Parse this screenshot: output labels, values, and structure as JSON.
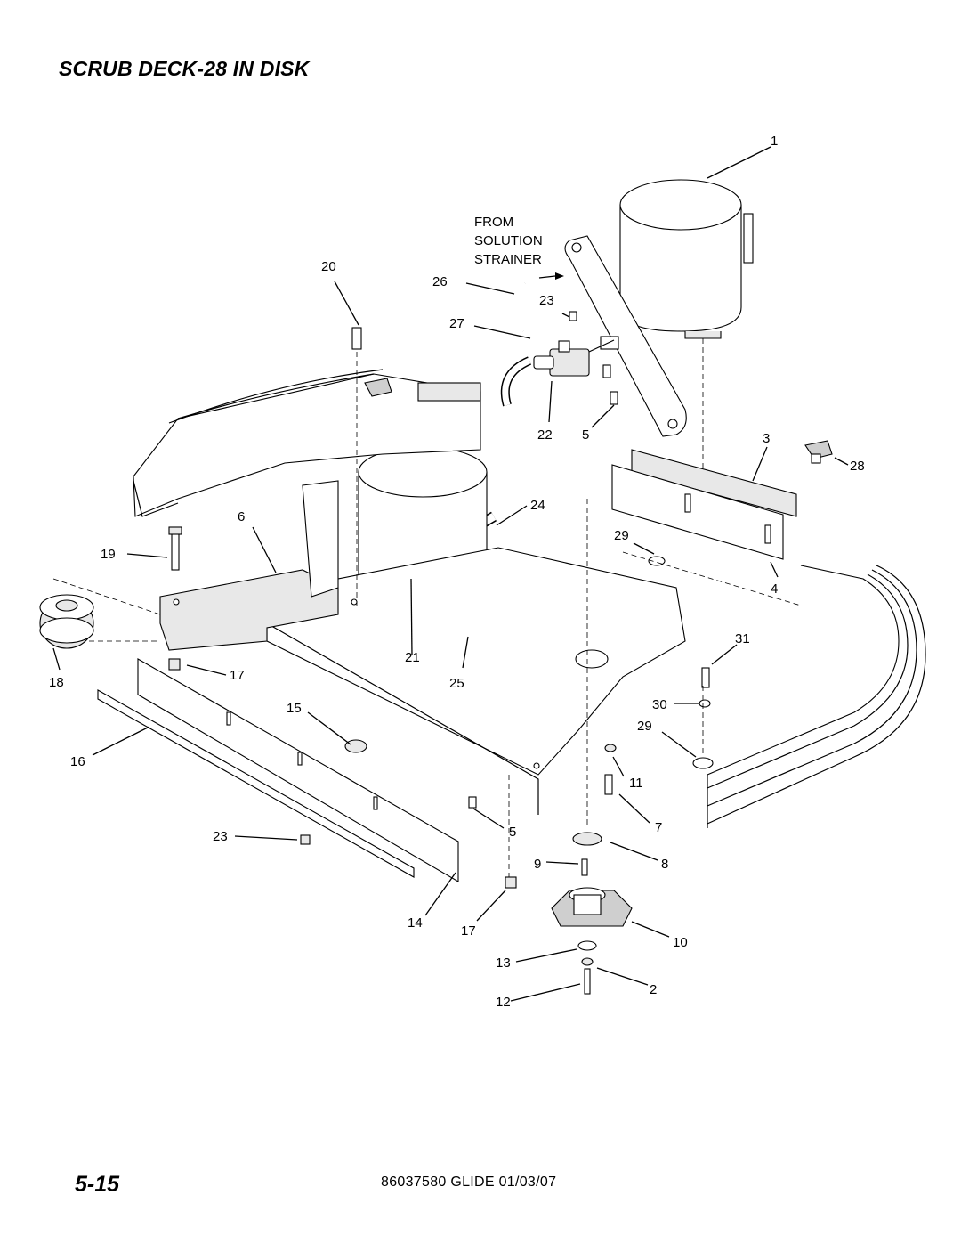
{
  "header": {
    "title": "SCRUB DECK-28 IN DISK"
  },
  "footer": {
    "page_number": "5-15",
    "doc_ref": "86037580  GLIDE  01/03/07"
  },
  "note": {
    "line1": "FROM",
    "line2": "SOLUTION",
    "line3": "STRAINER"
  },
  "callouts": {
    "c1": "1",
    "c2": "2",
    "c3": "3",
    "c4": "4",
    "c5a": "5",
    "c5b": "5",
    "c6": "6",
    "c7": "7",
    "c8": "8",
    "c9": "9",
    "c10": "10",
    "c11": "11",
    "c12": "12",
    "c13": "13",
    "c14": "14",
    "c15": "15",
    "c16": "16",
    "c17a": "17",
    "c17b": "17",
    "c18": "18",
    "c19": "19",
    "c20": "20",
    "c21": "21",
    "c22": "22",
    "c23a": "23",
    "c23b": "23",
    "c24": "24",
    "c25": "25",
    "c26": "26",
    "c27": "27",
    "c28": "28",
    "c29a": "29",
    "c29b": "29",
    "c30": "30",
    "c31": "31"
  }
}
